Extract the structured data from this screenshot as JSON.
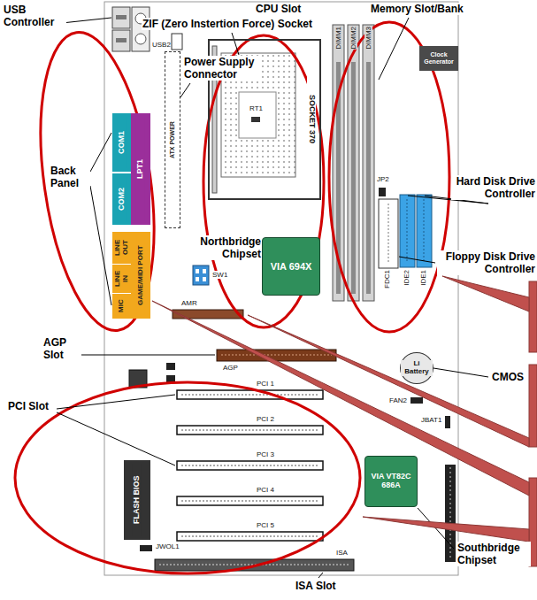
{
  "diagram": {
    "nodes": [
      {
        "text": [
          "COM1"
        ]
      },
      {
        "text": [
          "LPT1"
        ]
      },
      {
        "text": [
          "COM2"
        ]
      },
      {
        "text": [
          "LINE OUT"
        ]
      },
      {
        "text": [
          "LINE IN"
        ]
      },
      {
        "text": [
          "MIC"
        ]
      },
      {
        "text": [
          "GAME/MIDI PORT"
        ]
      },
      {
        "text": [
          "ATX POWER"
        ]
      },
      {
        "text": [
          "SOCKET 370"
        ]
      },
      {
        "text": [
          "Clock Generator"
        ]
      },
      {
        "text": [
          "VIA 694X"
        ]
      },
      {
        "text": [
          "Li Battery"
        ]
      },
      {
        "text": [
          "FLASH BIOS"
        ]
      },
      {
        "text": [
          "VIA VT82C 686A"
        ]
      }
    ],
    "labels": [
      "USB Controller",
      "CPU Slot",
      "Memory Slot/Bank",
      "ZIF (Zero Instertion Force) Socket",
      "USB2",
      "DIMM1",
      "DIMM2",
      "DIMM3",
      "Power Supply Connector",
      "RT1",
      "Back Panel",
      "JP2",
      "Hard Disk Drive Controller",
      "Northbridge Chipset",
      "Floppy Disk Drive Controller",
      "SW1",
      "FDC1",
      "IDE2",
      "IDE1",
      "AMR",
      "AGP Slot",
      "AGP",
      "CMOS",
      "PCI 1",
      "FAN2",
      "PCI Slot",
      "JBAT1",
      "PCI 2",
      "PCI 3",
      "PCI 4",
      "PCI 5",
      "JWOL1",
      "ISA",
      "Southbridge Chipset",
      "ISA Slot"
    ]
  }
}
